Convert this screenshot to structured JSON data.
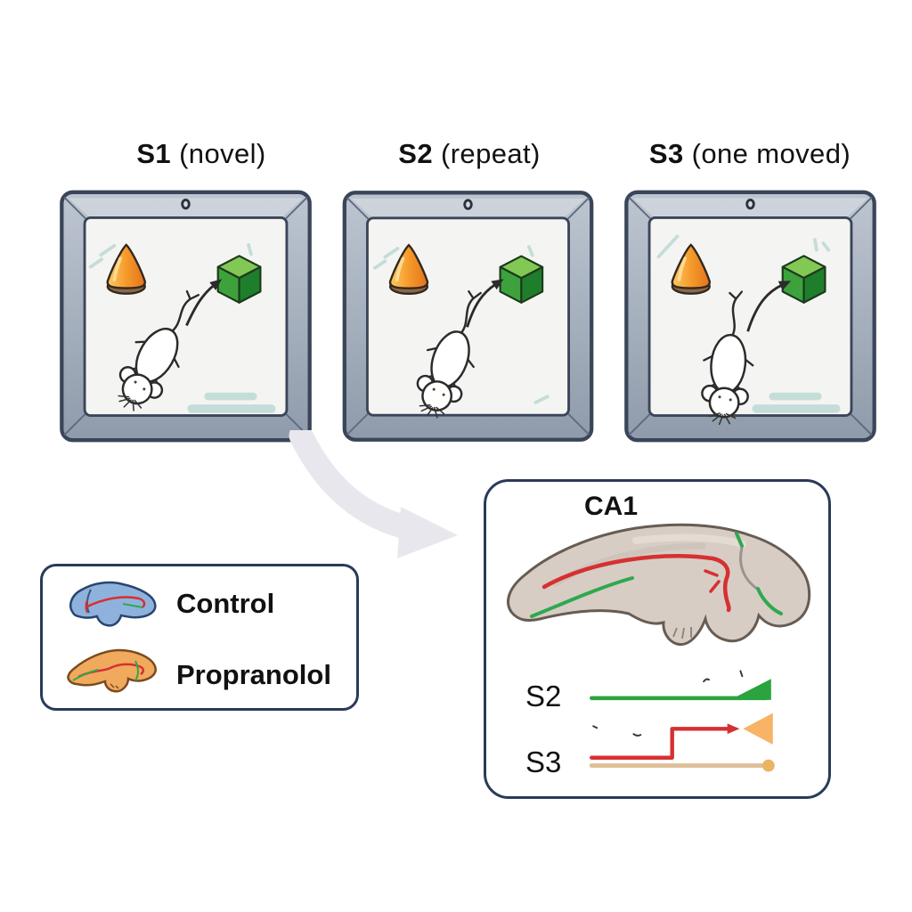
{
  "figure": {
    "sessions": [
      {
        "label": "S1",
        "descriptor": " (novel)"
      },
      {
        "label": "S2",
        "descriptor": " (repeat)"
      },
      {
        "label": "S3",
        "descriptor": " (one moved)"
      }
    ],
    "arena_contents": {
      "objects": [
        "orange-cone",
        "green-cube"
      ],
      "animal": "white-mouse-top-view",
      "path_arrow_target": "green-cube"
    },
    "legend": {
      "items": [
        {
          "label": "Control",
          "brain_color": "#8fb2dd"
        },
        {
          "label": "Propranolol",
          "brain_color": "#f0aa5e"
        }
      ]
    },
    "ca1": {
      "title": "CA1",
      "trace_rows": [
        {
          "label": "S2",
          "line_color": "#2ba33e",
          "end_shape": "green-wedge"
        },
        {
          "label": "S3",
          "line_color": "#d63031",
          "end_shape": "orange-funnel",
          "secondary_line_color": "#debe97",
          "secondary_end_shape": "tan-dot"
        }
      ]
    },
    "colors": {
      "arena_frame": "#9aa5b3",
      "arena_frame_outline": "#3a4559",
      "arena_floor": "#f4f5f2",
      "scratch_teal": "#c5ddd9",
      "cone_orange": "#f59a2b",
      "cone_base_brown": "#8a6848",
      "cube_green": "#3da23c",
      "mouse_outline": "#2b2b2b",
      "flow_arrow_gray": "#e8e7ee",
      "panel_border": "#2b3a5a",
      "brain_fill": "#d7cdc5",
      "trace_red": "#d63031",
      "trace_green": "#2fa84f",
      "funnel_orange": "#f7b366",
      "tan_line": "#debe97"
    }
  }
}
